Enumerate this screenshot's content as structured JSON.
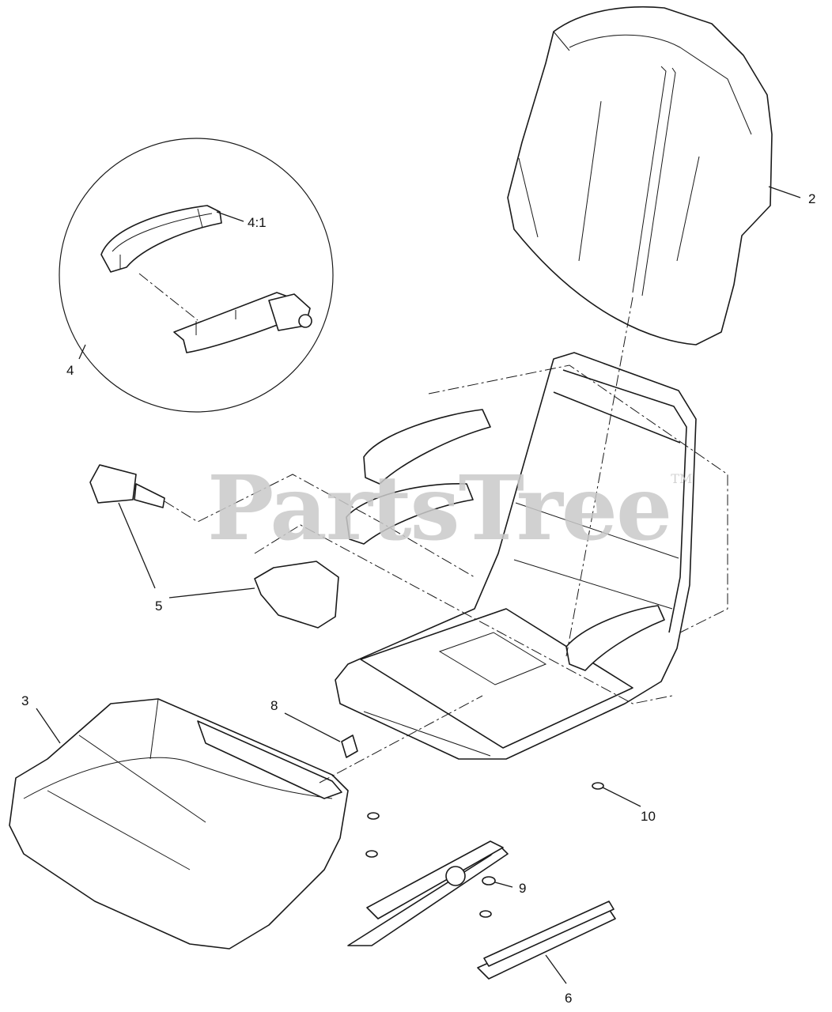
{
  "watermark": {
    "text": "PartsTree",
    "mark": "TM"
  },
  "callouts": {
    "c2": "2",
    "c3": "3",
    "c4": "4",
    "c4_1": "4:1",
    "c5": "5",
    "c6": "6",
    "c8": "8",
    "c9": "9",
    "c10": "10"
  },
  "colors": {
    "line": "#1a1a1a",
    "watermark": "#c9c9c9",
    "background": "#ffffff"
  }
}
